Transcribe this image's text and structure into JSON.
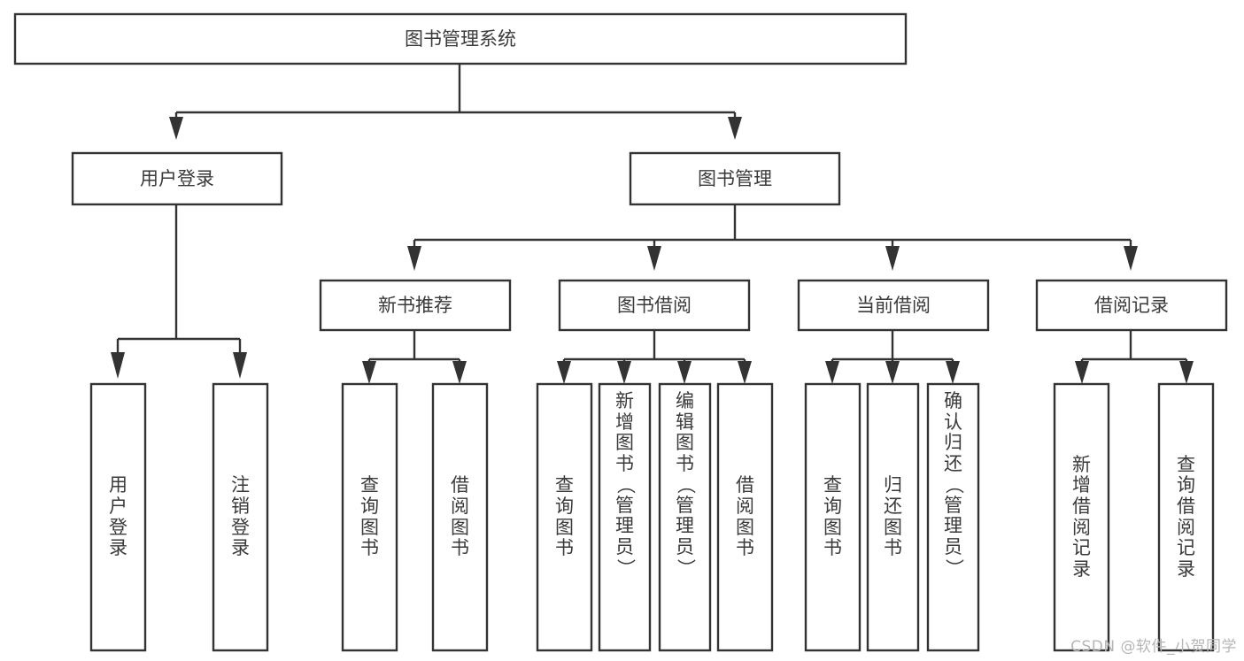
{
  "diagram": {
    "type": "hierarchy-tree",
    "title": "图书管理系统",
    "orientation": "top-down",
    "background_color": "#ffffff",
    "box_border_color": "#333333",
    "text_color": "#3a3a3a",
    "root": {
      "id": "root",
      "label": "图书管理系统",
      "level": 0
    },
    "level1": [
      {
        "id": "user-login",
        "label": "用户登录",
        "level": 1,
        "parent": "root"
      },
      {
        "id": "book-manage",
        "label": "图书管理",
        "level": 1,
        "parent": "root"
      }
    ],
    "level2": [
      {
        "id": "new-book-rec",
        "label": "新书推荐",
        "level": 2,
        "parent": "book-manage"
      },
      {
        "id": "book-borrow",
        "label": "图书借阅",
        "level": 2,
        "parent": "book-manage"
      },
      {
        "id": "current-borrow",
        "label": "当前借阅",
        "level": 2,
        "parent": "book-manage"
      },
      {
        "id": "borrow-record",
        "label": "借阅记录",
        "level": 2,
        "parent": "borrow-record-parent"
      }
    ],
    "leaves": [
      {
        "id": "leaf-user-login",
        "label": "用户登录",
        "parent": "user-login",
        "vertical": true
      },
      {
        "id": "leaf-user-logout",
        "label": "注销登录",
        "parent": "user-login",
        "vertical": true
      },
      {
        "id": "leaf-query-book-1",
        "label": "查询图书",
        "parent": "new-book-rec",
        "vertical": true
      },
      {
        "id": "leaf-borrow-book-1",
        "label": "借阅图书",
        "parent": "new-book-rec",
        "vertical": true
      },
      {
        "id": "leaf-query-book-2",
        "label": "查询图书",
        "parent": "book-borrow",
        "vertical": true
      },
      {
        "id": "leaf-add-book",
        "label": "新增图书（管理员）",
        "parent": "book-borrow",
        "vertical": true
      },
      {
        "id": "leaf-edit-book",
        "label": "编辑图书（管理员）",
        "parent": "book-borrow",
        "vertical": true
      },
      {
        "id": "leaf-borrow-book-2",
        "label": "借阅图书",
        "parent": "book-borrow",
        "vertical": true
      },
      {
        "id": "leaf-query-book-3",
        "label": "查询图书",
        "parent": "current-borrow",
        "vertical": true
      },
      {
        "id": "leaf-return-book",
        "label": "归还图书",
        "parent": "current-borrow",
        "vertical": true
      },
      {
        "id": "leaf-confirm-return",
        "label": "确认归还（管理员）",
        "parent": "current-borrow",
        "vertical": true
      },
      {
        "id": "leaf-add-record",
        "label": "新增借阅记录",
        "parent": "borrow-record",
        "vertical": true
      },
      {
        "id": "leaf-query-record",
        "label": "查询借阅记录",
        "parent": "borrow-record",
        "vertical": true
      }
    ]
  },
  "watermark": {
    "text": "CSDN @软件_小贺同学"
  }
}
